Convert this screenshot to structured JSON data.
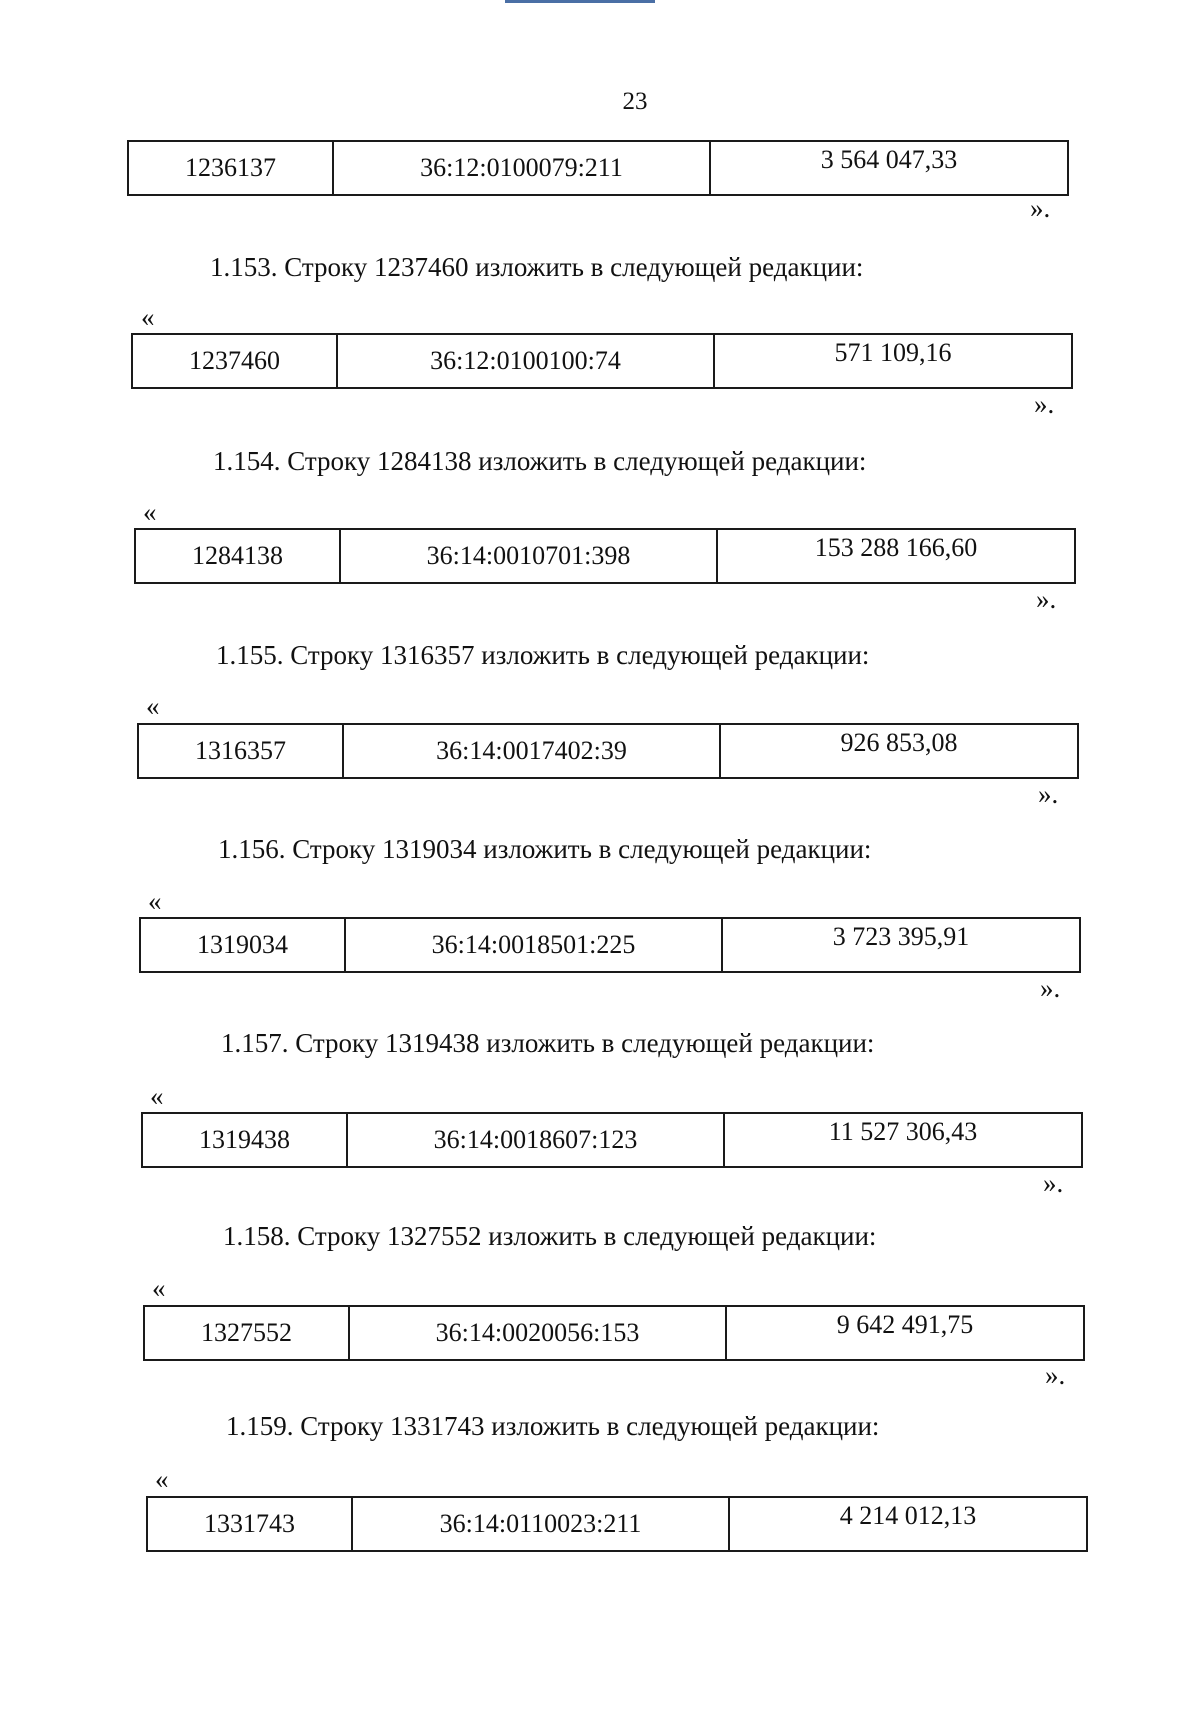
{
  "page_number": "23",
  "first_row": {
    "id": "1236137",
    "cadastral": "36:12:0100079:211",
    "value": "3 564 047,33",
    "close": "»."
  },
  "items": [
    {
      "heading": "1.153. Строку 1237460 изложить в следующей редакции:",
      "open": "«",
      "id": "1237460",
      "cadastral": "36:12:0100100:74",
      "value": "571 109,16",
      "close": "»."
    },
    {
      "heading": "1.154. Строку 1284138 изложить в следующей редакции:",
      "open": "«",
      "id": "1284138",
      "cadastral": "36:14:0010701:398",
      "value": "153 288 166,60",
      "close": "»."
    },
    {
      "heading": "1.155. Строку 1316357 изложить в следующей редакции:",
      "open": "«",
      "id": "1316357",
      "cadastral": "36:14:0017402:39",
      "value": "926 853,08",
      "close": "»."
    },
    {
      "heading": "1.156. Строку 1319034 изложить в следующей редакции:",
      "open": "«",
      "id": "1319034",
      "cadastral": "36:14:0018501:225",
      "value": "3 723 395,91",
      "close": "»."
    },
    {
      "heading": "1.157. Строку 1319438 изложить в следующей редакции:",
      "open": "«",
      "id": "1319438",
      "cadastral": "36:14:0018607:123",
      "value": "11 527 306,43",
      "close": "»."
    },
    {
      "heading": "1.158. Строку 1327552 изложить в следующей редакции:",
      "open": "«",
      "id": "1327552",
      "cadastral": "36:14:0020056:153",
      "value": "9 642 491,75",
      "close": "»."
    },
    {
      "heading": "1.159. Строку 1331743 изложить в следующей редакции:",
      "open": "«",
      "id": "1331743",
      "cadastral": "36:14:0110023:211",
      "value": "4 214 012,13",
      "close": ""
    }
  ]
}
